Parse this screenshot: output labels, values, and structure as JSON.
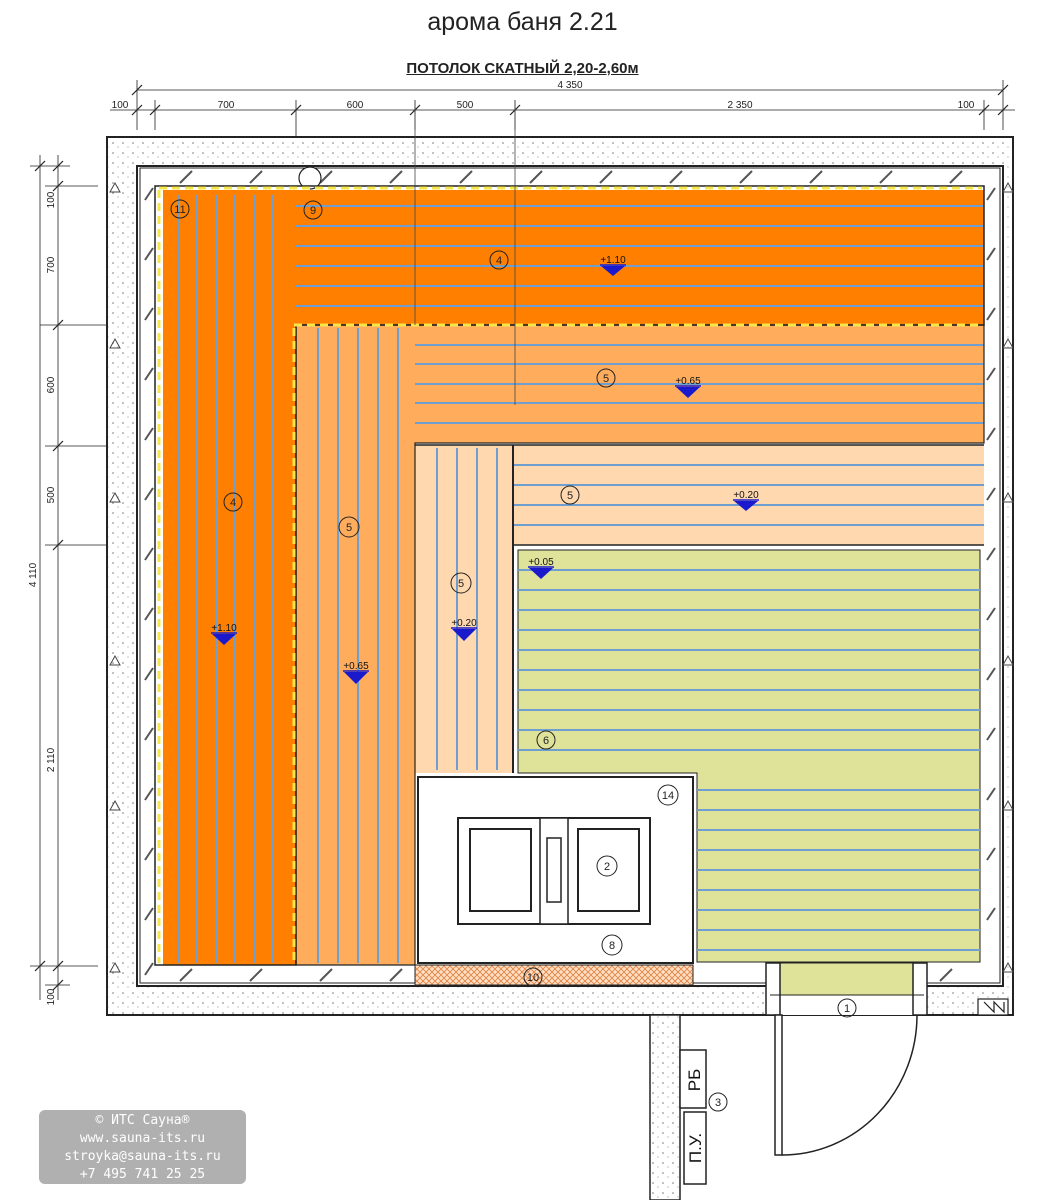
{
  "title": "арома баня 2.21",
  "subtitle": "ПОТОЛОК СКАТНЫЙ 2,20-2,60м",
  "dimensions": {
    "top_total": "4 350",
    "top": [
      "100",
      "700",
      "600",
      "500",
      "2 350",
      "100"
    ],
    "left_total": "4 110",
    "left": [
      "100",
      "700",
      "600",
      "500",
      "2 110",
      "100"
    ]
  },
  "callouts": [
    "11",
    "9",
    "4",
    "5",
    "5",
    "4",
    "5",
    "5",
    "6",
    "14",
    "2",
    "8",
    "10",
    "1",
    "3"
  ],
  "levels": [
    "+1.10",
    "+0.65",
    "+0.20",
    "+0.05",
    "+1.10",
    "+0.65",
    "+0.20"
  ],
  "labels": {
    "rb": "РБ",
    "pu": "П.У."
  },
  "colors": {
    "bench_high": "#ff8000",
    "bench_mid": "#ffad5c",
    "bench_low": "#ffd8b0",
    "floor": "#dfe39a",
    "slats": "#6f9fd0",
    "wall_border": "#222222",
    "level_marker": "#1a1acc"
  },
  "copyright": {
    "lines": [
      "© ИТС Сауна®",
      "www.sauna-its.ru",
      "stroyka@sauna-its.ru",
      "+7 495 741 25 25"
    ]
  }
}
